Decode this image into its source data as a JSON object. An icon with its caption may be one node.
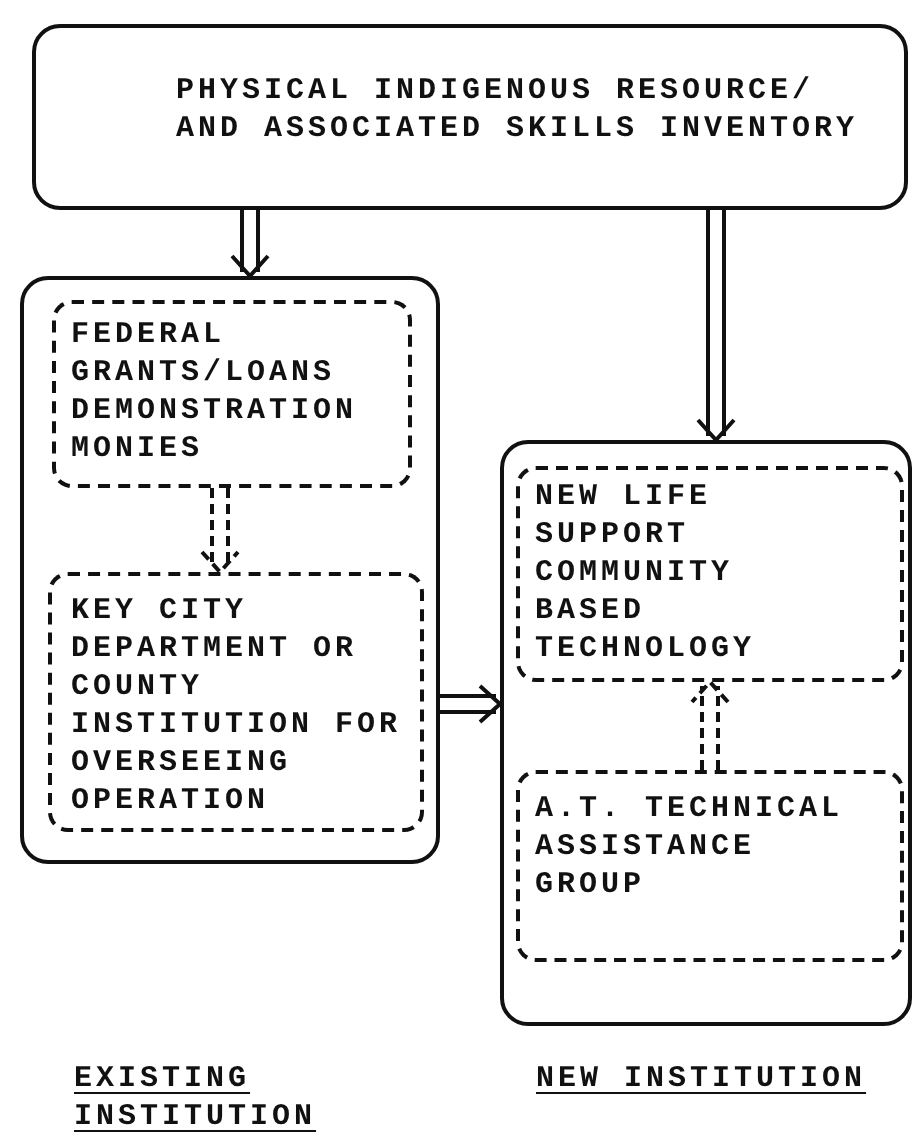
{
  "diagram": {
    "nodes": [
      {
        "text": [
          "PHYSICAL INDIGENOUS RESOURCE/ AND ASSOCIATED SKILLS INVENTORY"
        ]
      },
      {
        "text": [],
        "shape": "box"
      },
      {
        "text": [
          "FEDERAL GRANTS/LOANS DEMONSTRATION MONIES"
        ],
        "in": 1
      },
      {
        "text": [
          "KEY CITY DEPARTMENT OR COUNTY INSTITUTION FOR OVERSEEING OPERATION"
        ],
        "in": 1
      },
      {
        "text": [],
        "shape": "box"
      },
      {
        "text": [
          "NEW LIFE SUPPORT COMMUNITY BASED TECHNOLOGY"
        ],
        "in": 4
      },
      {
        "text": [
          "A.T. TECHNICAL ASSISTANCE GROUP"
        ],
        "in": 4
      }
    ],
    "edges": [
      {
        "from": 0,
        "to": 1,
        "arrow": "to"
      },
      {
        "from": 0,
        "to": 4,
        "arrow": "to"
      },
      {
        "from": 2,
        "to": 3,
        "arrow": "to",
        "style": "dashed"
      },
      {
        "from": 1,
        "to": 4,
        "arrow": "to"
      },
      {
        "from": 6,
        "to": 5,
        "arrow": "to",
        "style": "dashed"
      }
    ],
    "labels": [
      "EXISTING INSTITUTION",
      "NEW INSTITUTION"
    ]
  }
}
